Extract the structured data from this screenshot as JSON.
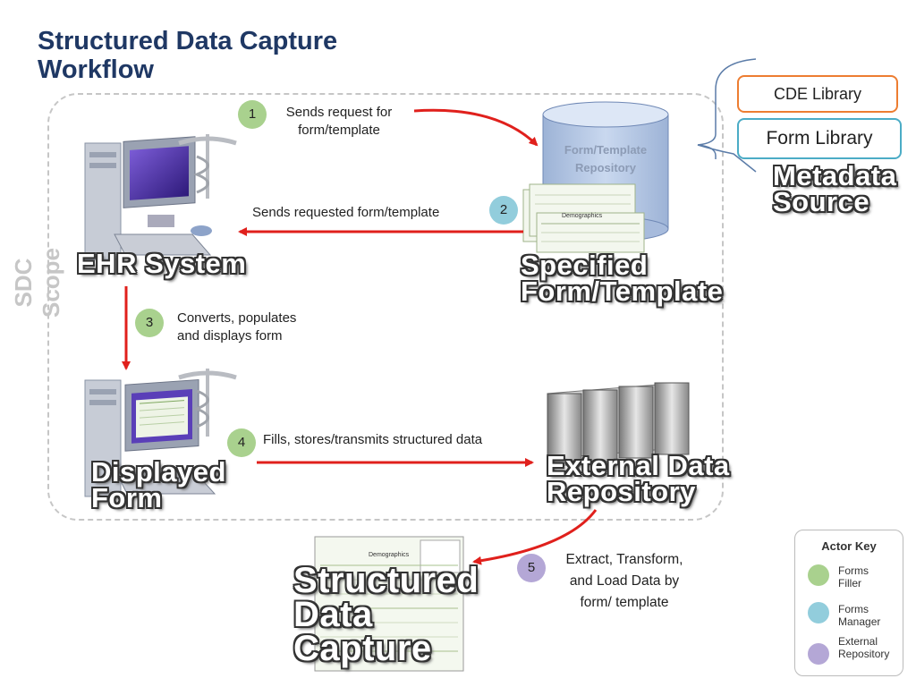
{
  "title": {
    "line1": "Structured Data Capture",
    "line2": "Workflow"
  },
  "scope_label": "SDC Scope",
  "steps": [
    {
      "number": "1",
      "text_line1": "Sends request for",
      "text_line2": "form/template"
    },
    {
      "number": "2",
      "text": "Sends requested form/template"
    },
    {
      "number": "3",
      "text_line1": "Converts, populates",
      "text_line2": "and displays form"
    },
    {
      "number": "4",
      "text": "Fills, stores/transmits structured data"
    },
    {
      "number": "5",
      "text_line1": "Extract, Transform,",
      "text_line2": "and Load Data by",
      "text_line3": "form/ template"
    }
  ],
  "repository": {
    "line1": "Form/Template",
    "line2": "Repository"
  },
  "libraries": {
    "cde": "CDE Library",
    "form": "Form Library"
  },
  "labels": {
    "metadata_source": {
      "line1": "Metadata",
      "line2": "Source"
    },
    "ehr_system": "EHR System",
    "specified_form": {
      "line1": "Specified",
      "line2": "Form/Template"
    },
    "displayed_form": {
      "line1": "Displayed",
      "line2": "Form"
    },
    "external_repo": {
      "line1": "External Data",
      "line2": "Repository"
    },
    "sdc": {
      "line1": "Structured",
      "line2": "Data",
      "line3": "Capture"
    }
  },
  "form_thumb": {
    "heading": "Demographics"
  },
  "actor_key": {
    "title": "Actor Key",
    "items": [
      {
        "line1": "Forms",
        "line2": "Filler",
        "color": "#a9d18e"
      },
      {
        "line1": "Forms",
        "line2": "Manager",
        "color": "#92cddc"
      },
      {
        "line1": "External",
        "line2": "Repository",
        "color": "#b4a7d6"
      }
    ]
  },
  "colors": {
    "arrow": "#e0201c",
    "title": "#1f3864",
    "cde_border": "#ed7d31",
    "form_border": "#4bacc6",
    "cylinder": "#b4c7e7"
  }
}
